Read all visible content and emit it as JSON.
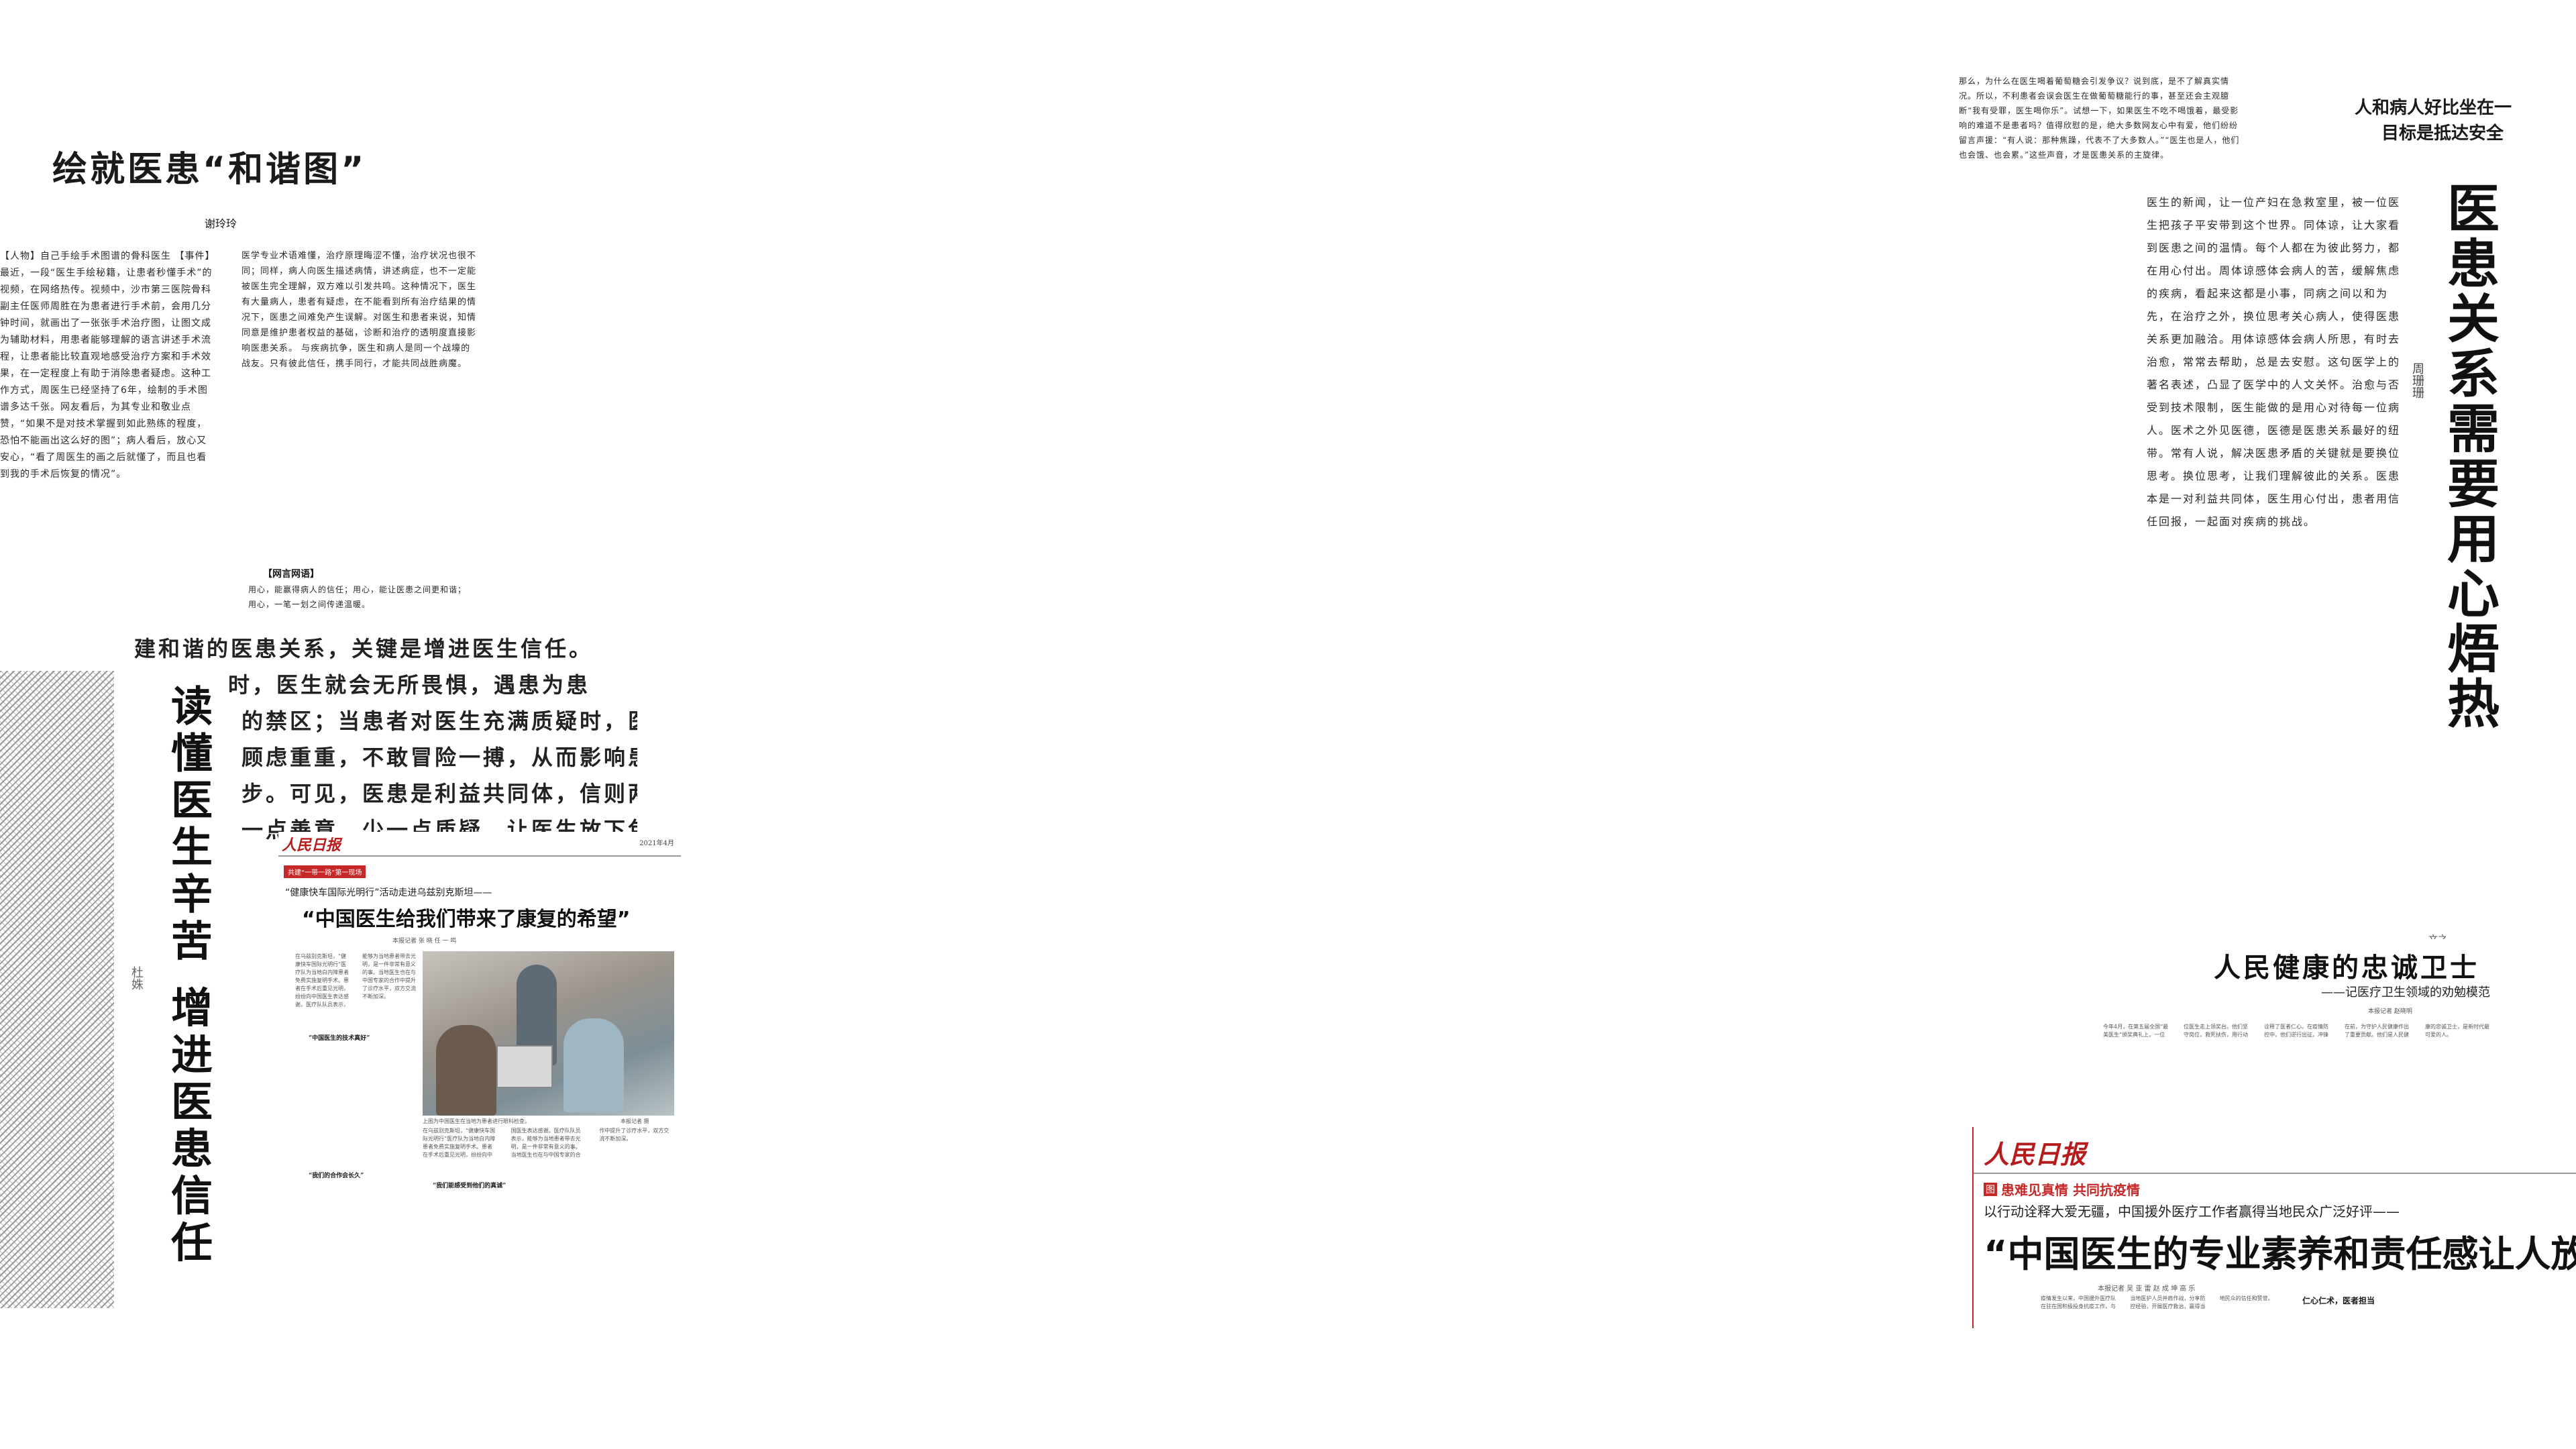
{
  "clip1": {
    "title": "绘就医患“和谐图”",
    "byline": "谢玲玲",
    "col_left": "【人物】自己手绘手术图谱的骨科医生 【事件】最近，一段“医生手绘秘籍，让患者秒懂手术”的视频，在网络热传。视频中，沙市第三医院骨科副主任医师周胜在为患者进行手术前，会用几分钟时间，就画出了一张张手术治疗图，让图文成为辅助材料，用患者能够理解的语言讲述手术流程，让患者能比较直观地感受治疗方案和手术效果，在一定程度上有助于消除患者疑虑。这种工作方式，周医生已经坚持了6年，绘制的手术图谱多达千张。网友看后，为其专业和敬业点赞，“如果不是对技术掌握到如此熟练的程度，恐怕不能画出这么好的图”；病人看后，放心又安心，“看了周医生的画之后就懂了，而且也看到我的手术后恢复的情况”。",
    "col_right": "医学专业术语难懂，治疗原理晦涩不懂，治疗状况也很不同；同样，病人向医生描述病情，讲述病症，也不一定能被医生完全理解，双方难以引发共鸣。这种情况下，医生有大量病人，患者有疑虑，在不能看到所有治疗结果的情况下，医患之间难免产生误解。对医生和患者来说，知情同意是维护患者权益的基础，诊断和治疗的透明度直接影响医患关系。 与疾病抗争，医生和病人是同一个战壕的战友。只有彼此信任，携手同行，才能共同战胜病魔。",
    "comment_label": "【网言网语】",
    "comment_text": "用心，能赢得病人的信任；用心，能让医患之间更和谐；用心，一笔一划之间传递温暖。"
  },
  "clip2": {
    "vertical_title": "读懂医生辛苦 增进医患信任",
    "lines": [
      "建和谐的医患关系，关键是增进医生信任。",
      "时，医生就会无所畏惧，遇患为患",
      "的禁区；当患者对医生充满质疑时，医",
      "顾虑重重，不敢冒险一搏，从而影响患",
      "步。可见，医患是利益共同体，信则两",
      "一点善意，少一点质疑，让医生放下包"
    ],
    "author": "杜姝"
  },
  "clip3": {
    "masthead": "人民日报",
    "date": "2021年4月",
    "column_tag": "共建“一带一路”第一现场",
    "kicker": "“健康快车国际光明行”活动走进乌兹别克斯坦——",
    "headline": "“中国医生给我们带来了康复的希望”",
    "byline": "本报记者  张 晓  任 一 鸣",
    "photo_caption": "上图为中国医生在当地为患者进行眼科检查。",
    "photo_credit": "本报记者  摄",
    "section_head_1": "“中国医生的技术真好”",
    "section_head_2": "“我们的合作会长久”",
    "section_head_3": "“我们能感受到他们的真诚”",
    "body": "在乌兹别克斯坦，“健康快车国际光明行”医疗队为当地白内障患者免费实施复明手术。患者在手术后重见光明，纷纷向中国医生表达感谢。医疗队队员表示，能够为当地患者带去光明，是一件非常有意义的事。当地医生也在与中国专家的合作中提升了诊疗水平，双方交流不断加深。"
  },
  "clip4": {
    "top_text": "那么，为什么在医生喝着葡萄糖会引发争议？说到底，是不了解真实情况。所以，不利患者会误会医生在做葡萄糖能行的事，甚至还会主观臆断“我有受罪，医生喝你乐”。试想一下，如果医生不吃不喝饿着，最受影响的难道不是患者吗？值得欣慰的是，绝大多数网友心中有爱，他们纷纷留言声援：“有人说：那种焦躁，代表不了大多数人。”“医生也是人，他们也会饿、也会累。”这些声音，才是医患关系的主旋律。",
    "header_line1": "人和病人好比坐在一",
    "header_line2": "目标是抵达安全",
    "vertical_title": "医患关系需要用心焐热",
    "author": "周珊珊",
    "body": "医生的新闻，让一位产妇在急救室里，被一位医生把孩子平安带到这个世界。同体谅，让大家看到医患之间的温情。每个人都在为彼此努力，都在用心付出。周体谅感体会病人的苦，缓解焦虑的疾病，看起来这都是小事，同病之间以和为先，在治疗之外，换位思考关心病人，使得医患关系更加融洽。用体谅感体会病人所思，有时去治愈，常常去帮助，总是去安慰。这句医学上的著名表述，凸显了医学中的人文关怀。治愈与否受到技术限制，医生能做的是用心对待每一位病人。医术之外见医德，医德是医患关系最好的纽带。常有人说，解决医患矛盾的关键就是要换位思考。换位思考，让我们理解彼此的关系。医患本是一对利益共同体，医生用心付出，患者用信任回报，一起面对疾病的挑战。",
    "sign": "文之"
  },
  "clip5": {
    "headline": "人民健康的忠诚卫士",
    "sub": "——记医疗卫生领域的劝勉模范",
    "byline": "本报记者  赵晓明",
    "body": "今年4月，在第五届全国“最美医生”颁奖典礼上，一位位医生走上领奖台。他们坚守岗位，救死扶伤，用行动诠释了医者仁心。在疫情防控中，他们逆行出征，冲锋在前，为守护人民健康作出了重要贡献。他们是人民健康的忠诚卫士，是新时代最可爱的人。"
  },
  "clip6": {
    "masthead": "人民日报",
    "kicker": "患难见真情  共同抗疫情",
    "kicker_badge": "图",
    "subkicker": "以行动诠释大爱无疆，中国援外医疗工作者赢得当地民众广泛好评——",
    "headline": "“中国医生的专业素养和责任感让人放心”",
    "byline": "本报记者  吴 亚 雷   赵 成 坤   高 乐",
    "section_head": "仁心仁术，医者担当",
    "body": "疫情发生以来，中国援外医疗队在驻在国积极投身抗疫工作，与当地医护人员并肩作战，分享防控经验，开展医疗救治，赢得当地民众的信任和赞誉。"
  }
}
